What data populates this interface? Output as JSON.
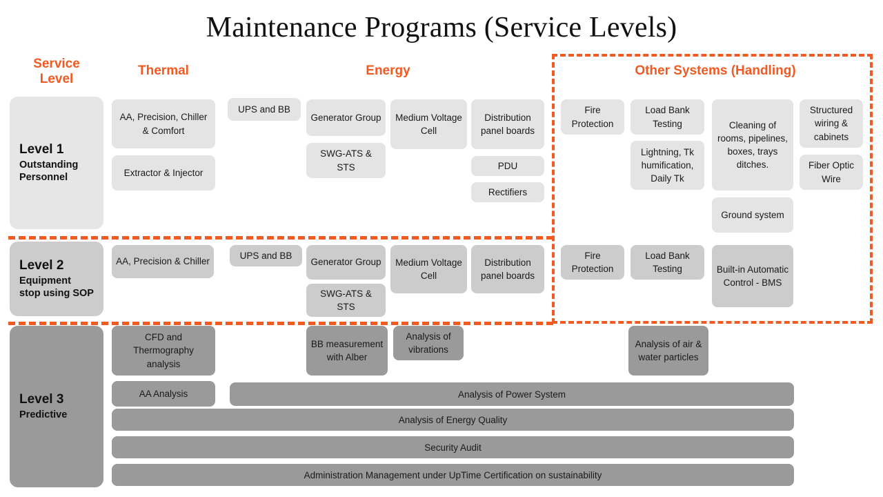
{
  "title": "Maintenance Programs (Service Levels)",
  "colors": {
    "accent": "#f15a22",
    "level1_fill": "#e6e6e6",
    "level2_fill": "#cccccc",
    "level3_fill": "#9a9a9a",
    "text": "#1a1a1a"
  },
  "headers": {
    "service_level": "Service\nLevel",
    "service_level_line1": "Service",
    "service_level_line2": "Level",
    "thermal": "Thermal",
    "energy": "Energy",
    "other_systems": "Other Systems (Handling)"
  },
  "levels": [
    {
      "title": "Level 1",
      "subtitle": "Outstanding\nPersonnel",
      "subtitle_line1": "Outstanding",
      "subtitle_line2": "Personnel"
    },
    {
      "title": "Level 2",
      "subtitle": "Equipment\nstop using SOP",
      "subtitle_line1": "Equipment",
      "subtitle_line2": "stop using SOP"
    },
    {
      "title": "Level 3",
      "subtitle": "Predictive",
      "subtitle_line1": "Predictive",
      "subtitle_line2": ""
    }
  ],
  "level1": {
    "thermal": [
      "AA, Precision, Chiller & Comfort",
      "Extractor & Injector"
    ],
    "energy": [
      "UPS and BB",
      "Generator Group",
      "SWG-ATS & STS",
      "Medium Voltage Cell",
      "Distribution panel boards",
      "PDU",
      "Rectifiers"
    ],
    "other": [
      "Fire Protection",
      "Load Bank Testing",
      "Lightning, Tk humification, Daily Tk",
      "Cleaning of rooms, pipelines, boxes, trays ditches.",
      "Ground system",
      "Structured wiring & cabinets",
      "Fiber Optic Wire"
    ]
  },
  "level2": {
    "thermal": [
      "AA, Precision & Chiller"
    ],
    "energy": [
      "UPS and BB",
      "Generator Group",
      "SWG-ATS & STS",
      "Medium Voltage Cell",
      "Distribution panel boards"
    ],
    "other": [
      "Fire Protection",
      "Load Bank Testing",
      "Built-in Automatic Control - BMS"
    ]
  },
  "level3": {
    "boxes": [
      "CFD and Thermography analysis",
      "AA Analysis",
      "BB measurement with Alber",
      "Analysis of vibrations",
      "Analysis of air & water particles"
    ],
    "bars": [
      "Analysis of Power System",
      "Analysis of Energy Quality",
      "Security Audit",
      "Administration Management under UpTime Certification on sustainability"
    ]
  }
}
